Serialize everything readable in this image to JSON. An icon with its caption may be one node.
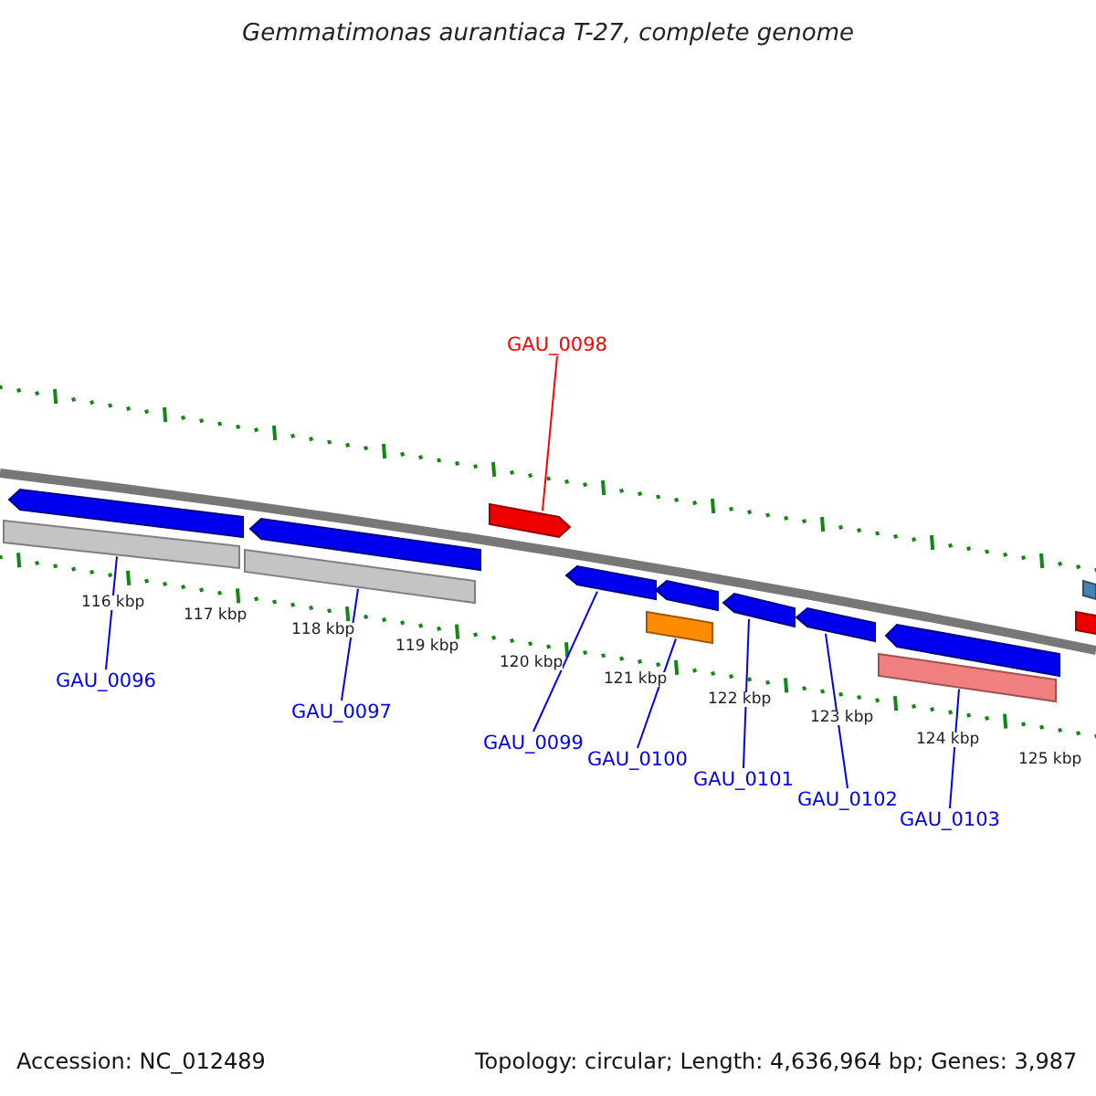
{
  "diagram": {
    "title": "Gemmatimonas aurantiaca T-27, complete genome",
    "nodes": [
      {
        "text": [
          "GAU_0096"
        ]
      },
      {
        "text": [
          "GAU_0097"
        ]
      },
      {
        "text": [
          "GAU_0098"
        ]
      },
      {
        "text": [
          "GAU_0099"
        ]
      },
      {
        "text": [
          "GAU_0100"
        ]
      },
      {
        "text": [
          "GAU_0101"
        ]
      },
      {
        "text": [
          "GAU_0102"
        ]
      },
      {
        "text": [
          "GAU_0103"
        ]
      },
      {
        "text": [],
        "shape": "box"
      },
      {
        "text": [],
        "shape": "bar"
      },
      {
        "text": [],
        "shape": "box"
      },
      {
        "text": [],
        "shape": "bar"
      },
      {
        "text": [],
        "shape": "box"
      },
      {
        "text": [],
        "shape": "box"
      },
      {
        "text": [],
        "shape": "bar"
      },
      {
        "text": [],
        "shape": "box"
      },
      {
        "text": [],
        "shape": "box"
      },
      {
        "text": [],
        "shape": "box"
      },
      {
        "text": [],
        "shape": "bar"
      },
      {
        "text": [],
        "shape": "box"
      },
      {
        "text": [],
        "shape": "bar"
      },
      {
        "text": [],
        "shape": "bar"
      }
    ],
    "edges": [
      {
        "from": 0,
        "to": 9,
        "arrow": "none"
      },
      {
        "from": 1,
        "to": 11,
        "arrow": "none"
      },
      {
        "from": 2,
        "to": 12,
        "arrow": "none",
        "color": "#ff0000"
      },
      {
        "from": 3,
        "to": 13,
        "arrow": "none"
      },
      {
        "from": 4,
        "to": 14,
        "arrow": "none"
      },
      {
        "from": 5,
        "to": 16,
        "arrow": "none"
      },
      {
        "from": 6,
        "to": 17,
        "arrow": "none"
      },
      {
        "from": 7,
        "to": 18,
        "arrow": "none"
      }
    ],
    "labels": [
      "116 kbp",
      "117 kbp",
      "118 kbp",
      "119 kbp",
      "120 kbp",
      "121 kbp",
      "122 kbp",
      "123 kbp",
      "124 kbp",
      "125 kbp",
      "Accession: NC_012489",
      "Topology: circular; Length: 4,636,964 bp; Genes: 3,987"
    ]
  }
}
